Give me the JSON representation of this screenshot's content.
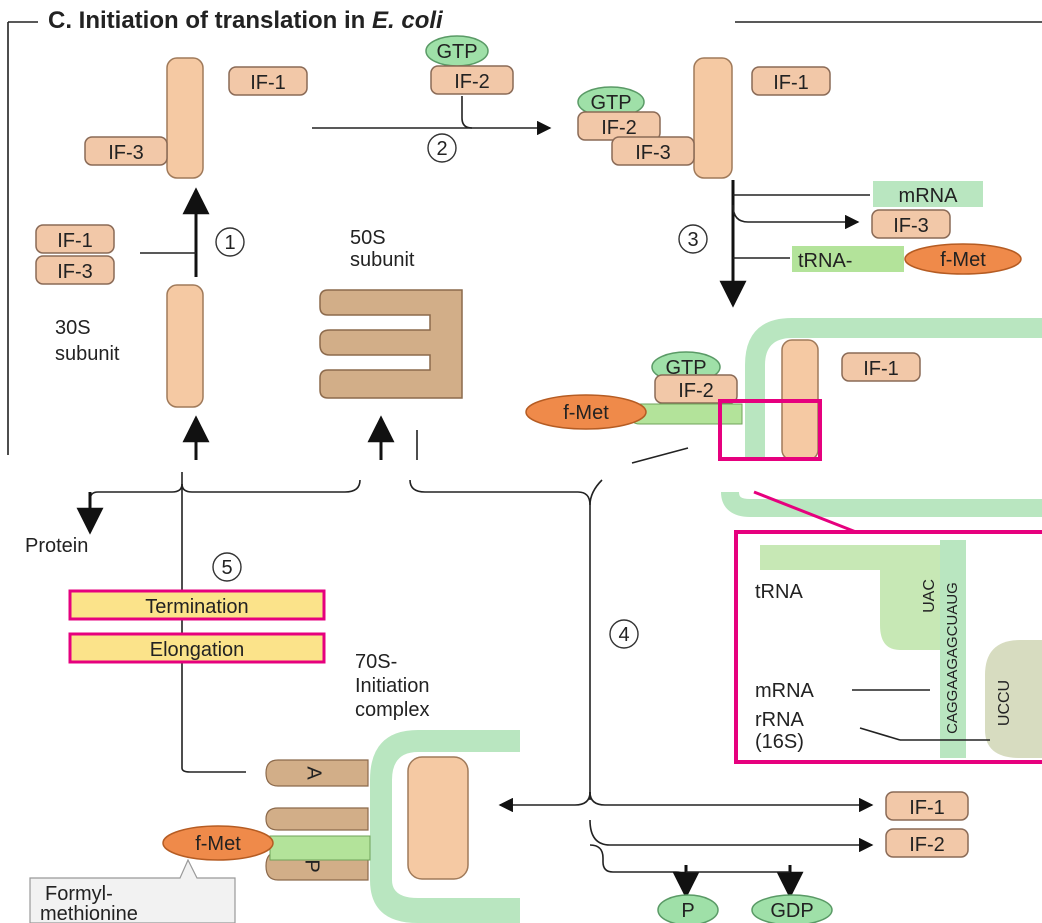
{
  "title": {
    "prefix": "C. Initiation of translation in ",
    "italic": "E. coli"
  },
  "factors": {
    "if1": "IF-1",
    "if2": "IF-2",
    "if3": "IF-3",
    "gtp": "GTP",
    "gdp": "GDP",
    "p": "P"
  },
  "steps": {
    "s1": "1",
    "s2": "2",
    "s3": "3",
    "s4": "4",
    "s5": "5"
  },
  "labels": {
    "subunit30": [
      "30S",
      "subunit"
    ],
    "subunit50": [
      "50S",
      "subunit"
    ],
    "mrna": "mRNA",
    "trna": "tRNA",
    "trna_dash": "tRNA-",
    "fmet": "f-Met",
    "protein": "Protein",
    "termination": "Termination",
    "elongation": "Elongation",
    "complex70": [
      "70S-",
      "Initiation",
      "complex"
    ],
    "formyl": [
      "Formyl-",
      "methionine"
    ],
    "site_a": "A",
    "site_p": "P"
  },
  "inset": {
    "trna": "tRNA",
    "mrna": "mRNA",
    "rrna": [
      "rRNA",
      "(16S)"
    ],
    "anticodon": "UAC",
    "mrna_seq": "CAGGAAGAGCUAUG",
    "rrna_seq": "UCCU"
  },
  "colors": {
    "factor": "#f2c8a8",
    "gtp": "#9fe0a8",
    "fmet": "#ef8a4a",
    "mrna": "#b9e6c0",
    "ribo50": "#d2ae88",
    "magenta": "#e6007e",
    "highlight": "#fbe38a"
  }
}
